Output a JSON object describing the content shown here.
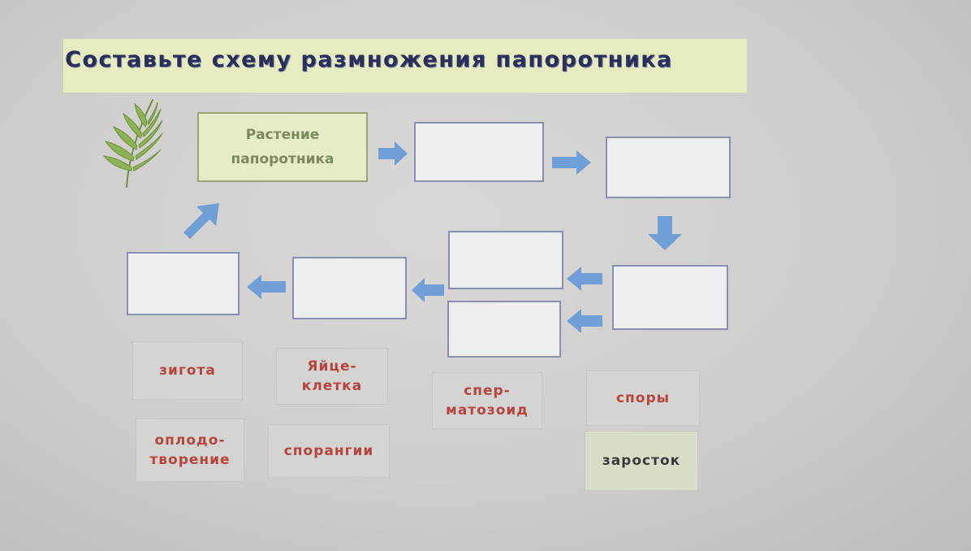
{
  "title": "Составьте схему размножения папоротника",
  "start_box_label": "Растение\nпапоротника",
  "word_cards": {
    "zygote": "зигота",
    "egg_cell": "Яйце-\nклетка",
    "sperm": "спер-\nматозоид",
    "spores": "споры",
    "fertilization": "оплодо-\nтворение",
    "sporangia": "спорангии",
    "prothallus": "заросток"
  },
  "colors": {
    "title_text": "#2a2f5a",
    "title_band": "#e6ebc0",
    "arrow": "#6f9fd6",
    "card_text": "#b8443e",
    "box_border": "#8a8fb0"
  },
  "icons": [
    "fern-icon",
    "arrow-right-icon",
    "arrow-down-icon",
    "arrow-left-icon",
    "arrow-up-right-icon"
  ]
}
